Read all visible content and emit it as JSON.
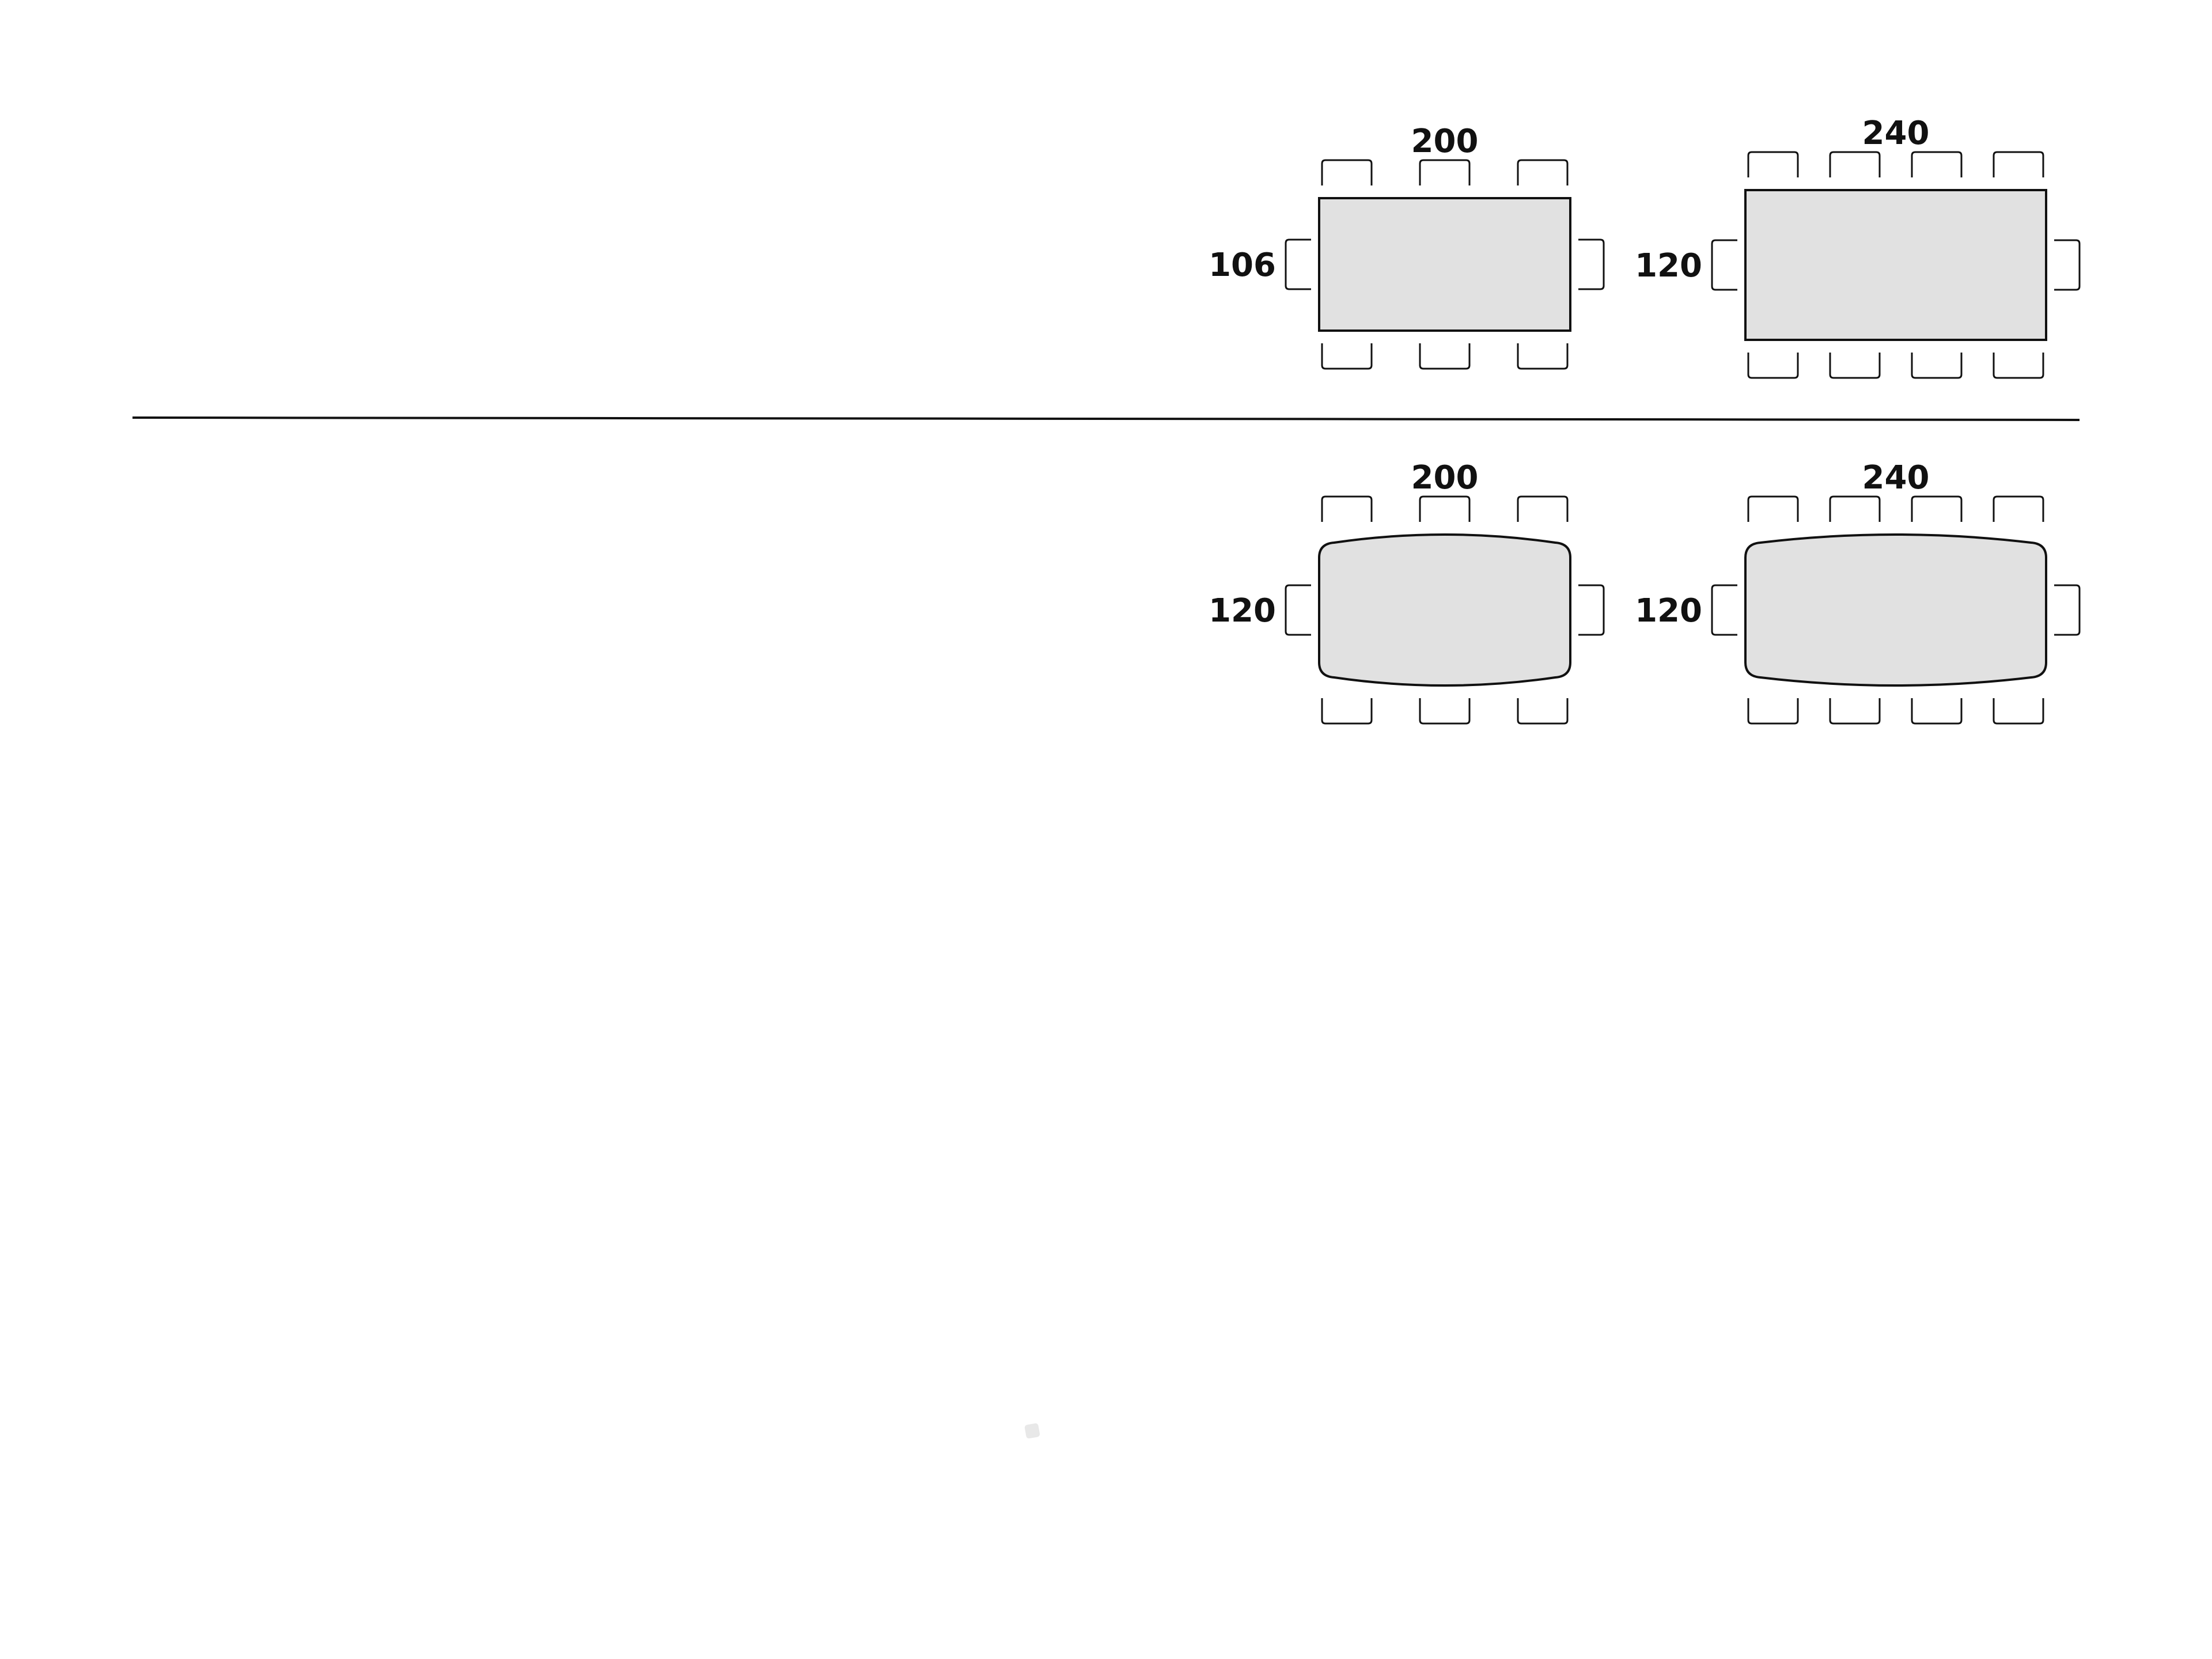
{
  "colors": {
    "background": "#ffffff",
    "table_fill": "#e1e1e1",
    "stroke": "#111111",
    "divider": "#111111",
    "label": "#111111",
    "page_marker": "#e8e8e8"
  },
  "tables": [
    {
      "shape": "rectangular",
      "length_label": "200",
      "width_label": "106",
      "seats_per_long_side": 3,
      "seats_per_end": 1
    },
    {
      "shape": "rectangular",
      "length_label": "240",
      "width_label": "120",
      "seats_per_long_side": 4,
      "seats_per_end": 1
    },
    {
      "shape": "barrel",
      "length_label": "200",
      "width_label": "120",
      "seats_per_long_side": 3,
      "seats_per_end": 1
    },
    {
      "shape": "barrel",
      "length_label": "240",
      "width_label": "120",
      "seats_per_long_side": 4,
      "seats_per_end": 1
    }
  ]
}
